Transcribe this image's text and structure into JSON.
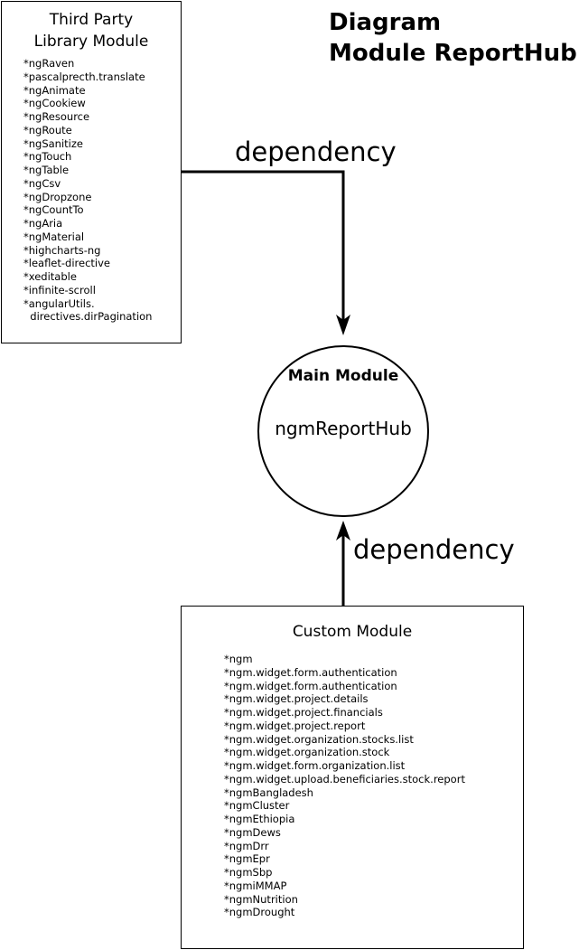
{
  "diagram": {
    "title_line1": "Diagram",
    "title_line2": "Module ReportHub",
    "third_party": {
      "heading_line1": "Third Party",
      "heading_line2": "Library Module",
      "items": [
        "*ngRaven",
        "*pascalprecth.translate",
        "*ngAnimate",
        "*ngCookiew",
        "*ngResource",
        "*ngRoute",
        "*ngSanitize",
        "*ngTouch",
        "*ngTable",
        "*ngCsv",
        "*ngDropzone",
        "*ngCountTo",
        "*ngAria",
        "*ngMaterial",
        "*highcharts-ng",
        "*leaflet-directive",
        "*xeditable",
        "*infinite-scroll",
        "*angularUtils.",
        "  directives.dirPagination"
      ]
    },
    "main_module": {
      "heading": "Main Module",
      "name": "ngmReportHub"
    },
    "custom": {
      "heading": "Custom Module",
      "items": [
        "*ngm",
        "*ngm.widget.form.authentication",
        "*ngm.widget.form.authentication",
        "*ngm.widget.project.details",
        "*ngm.widget.project.financials",
        "*ngm.widget.project.report",
        "*ngm.widget.organization.stocks.list",
        "*ngm.widget.organization.stock",
        "*ngm.widget.form.organization.list",
        "*ngm.widget.upload.beneficiaries.stock.report",
        "*ngmBangladesh",
        "*ngmCluster",
        "*ngmEthiopia",
        "*ngmDews",
        "*ngmDrr",
        "*ngmEpr",
        "*ngmSbp",
        "*ngmiMMAP",
        "*ngmNutrition",
        "*ngmDrought"
      ]
    },
    "edges": {
      "top_label": "dependency",
      "bottom_label": "dependency"
    }
  }
}
